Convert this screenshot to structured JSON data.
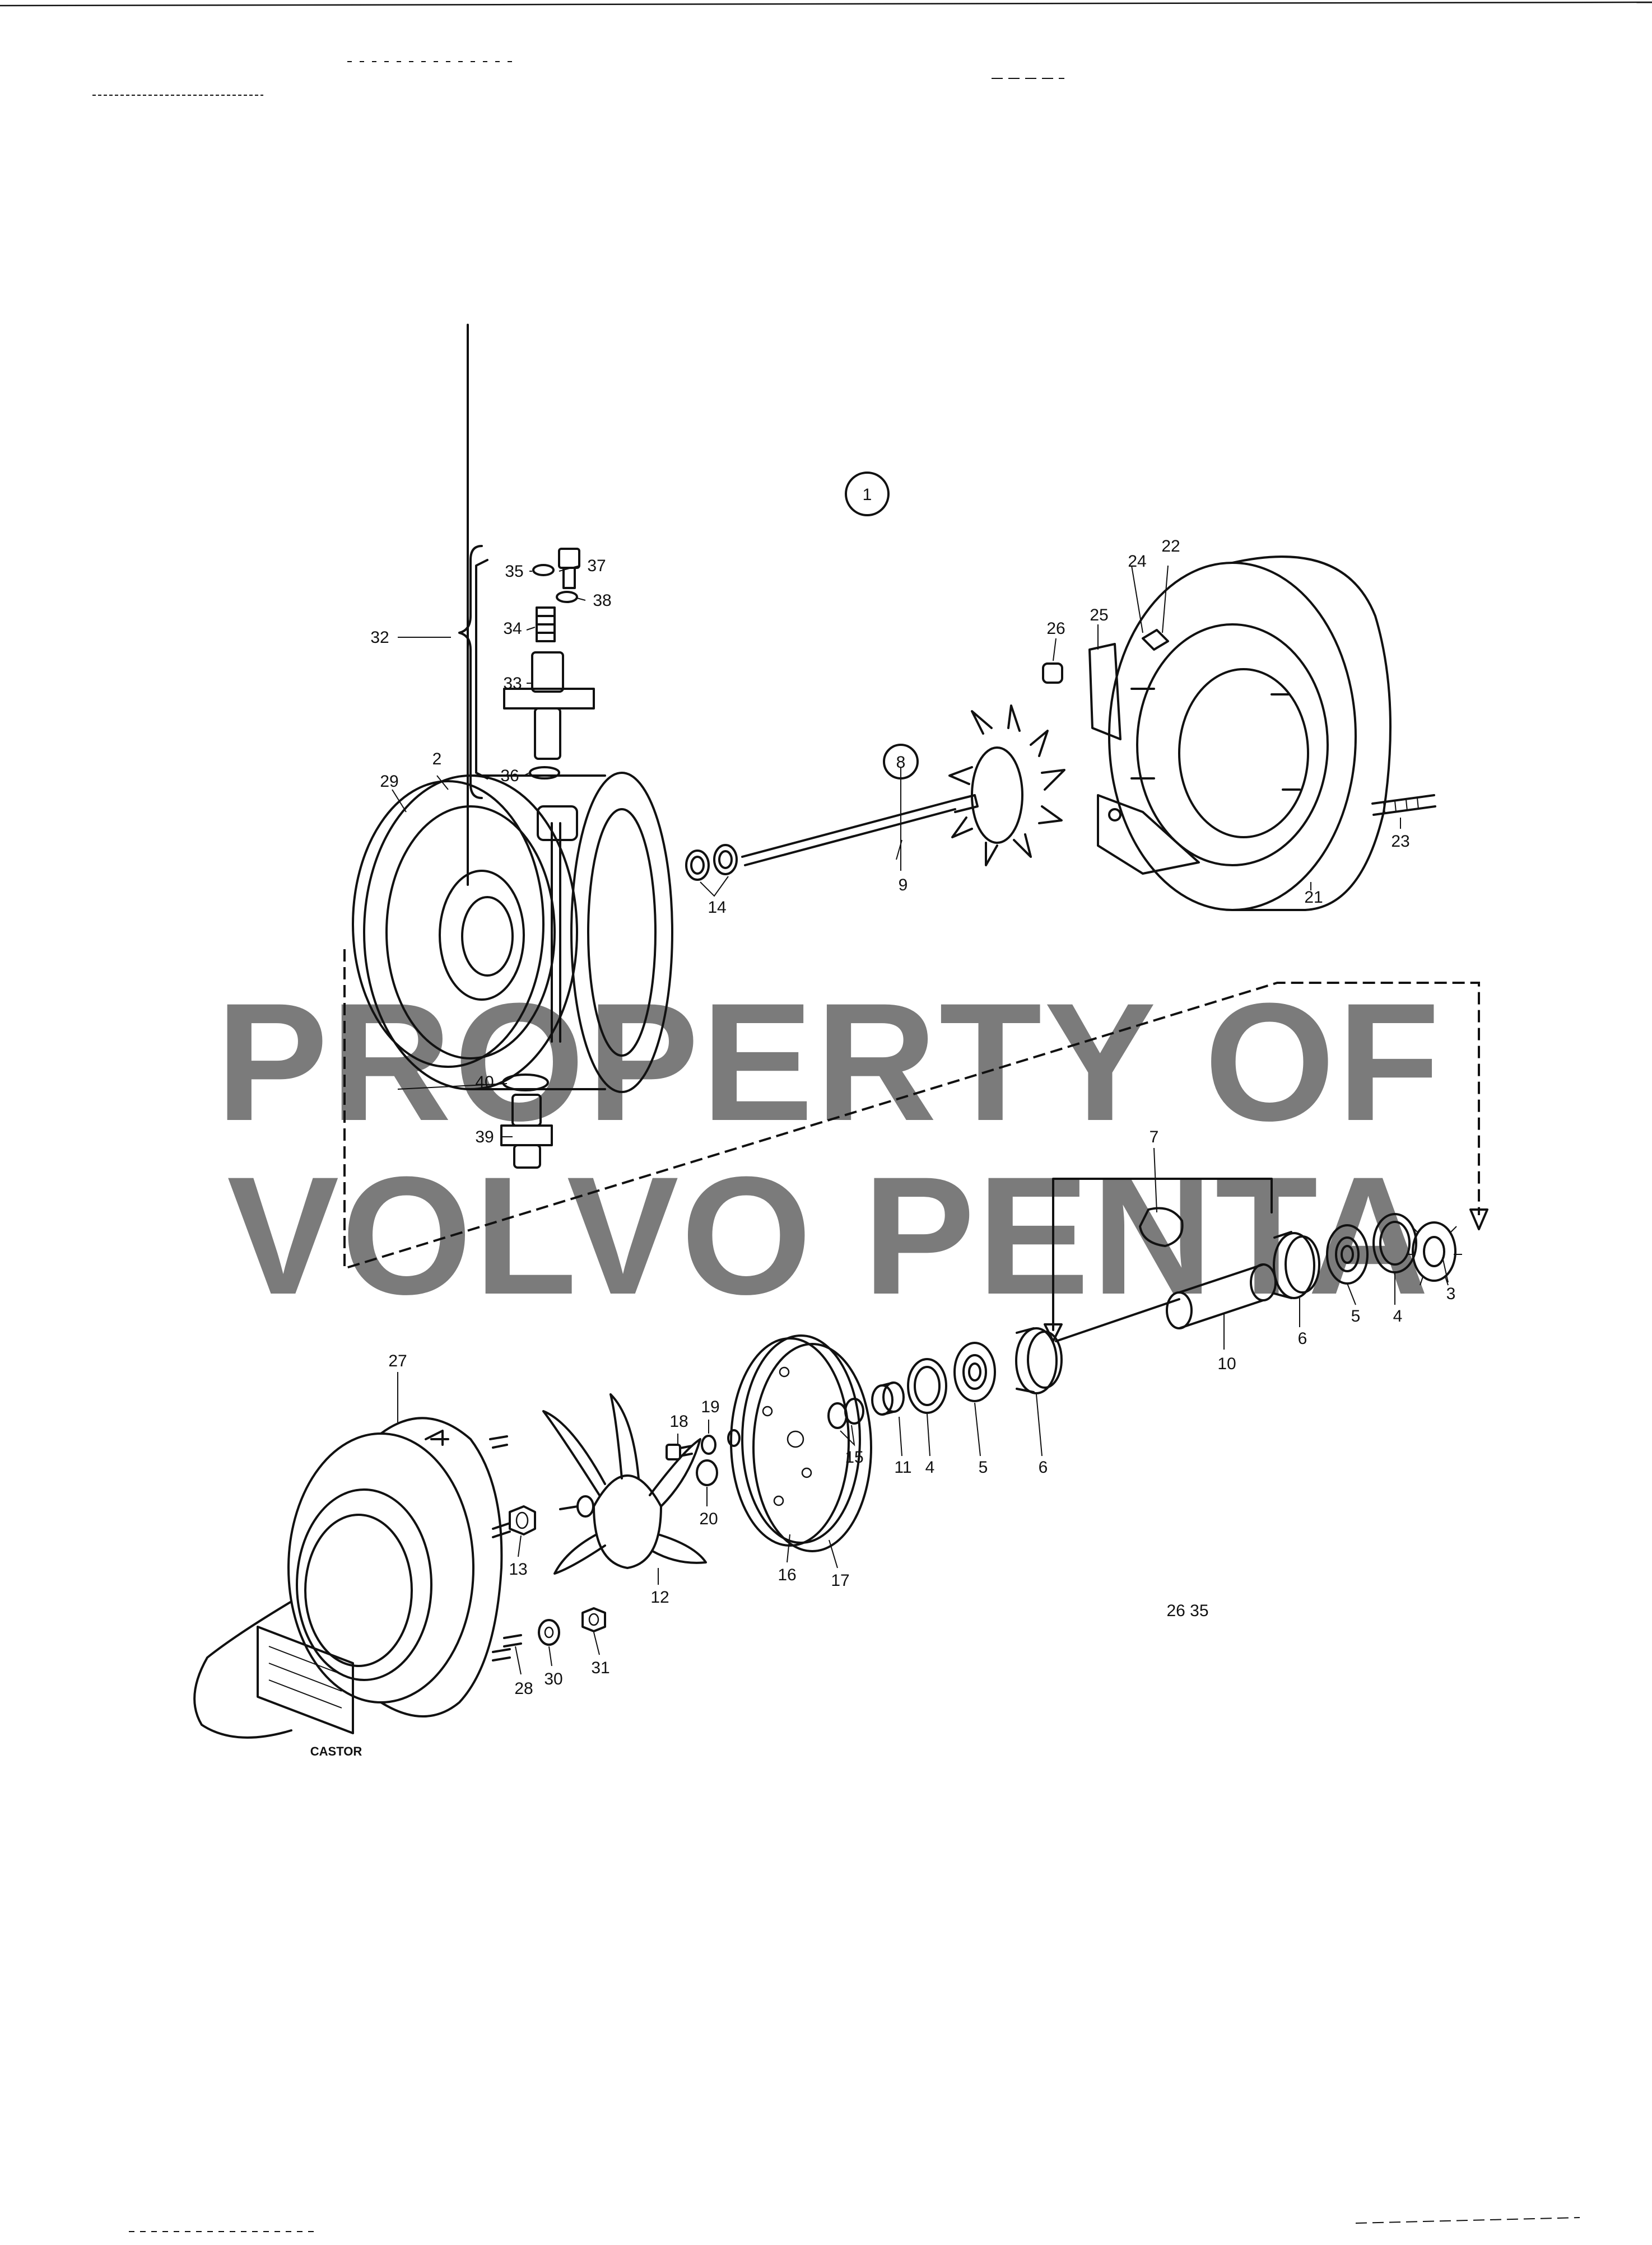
{
  "diagram": {
    "group_number": "1",
    "drawing_number": "26 35",
    "watermark": {
      "line1": "PROPERTY OF",
      "line2": "VOLVO PENTA"
    },
    "brand_plate": "CASTOR",
    "part_labels": {
      "p2": "2",
      "p3": "3",
      "p4a": "4",
      "p4b": "4",
      "p5a": "5",
      "p5b": "5",
      "p6a": "6",
      "p6b": "6",
      "p7": "7",
      "p8": "8",
      "p9": "9",
      "p10": "10",
      "p11": "11",
      "p12": "12",
      "p13": "13",
      "p14": "14",
      "p15": "15",
      "p16": "16",
      "p17": "17",
      "p18": "18",
      "p19": "19",
      "p20": "20",
      "p21": "21",
      "p22": "22",
      "p23": "23",
      "p24": "24",
      "p25": "25",
      "p26": "26",
      "p27": "27",
      "p28": "28",
      "p29": "29",
      "p30": "30",
      "p31": "31",
      "p32": "32",
      "p33": "33",
      "p34": "34",
      "p35": "35",
      "p36": "36",
      "p37": "37",
      "p38": "38",
      "p39": "39",
      "p40": "40"
    }
  }
}
